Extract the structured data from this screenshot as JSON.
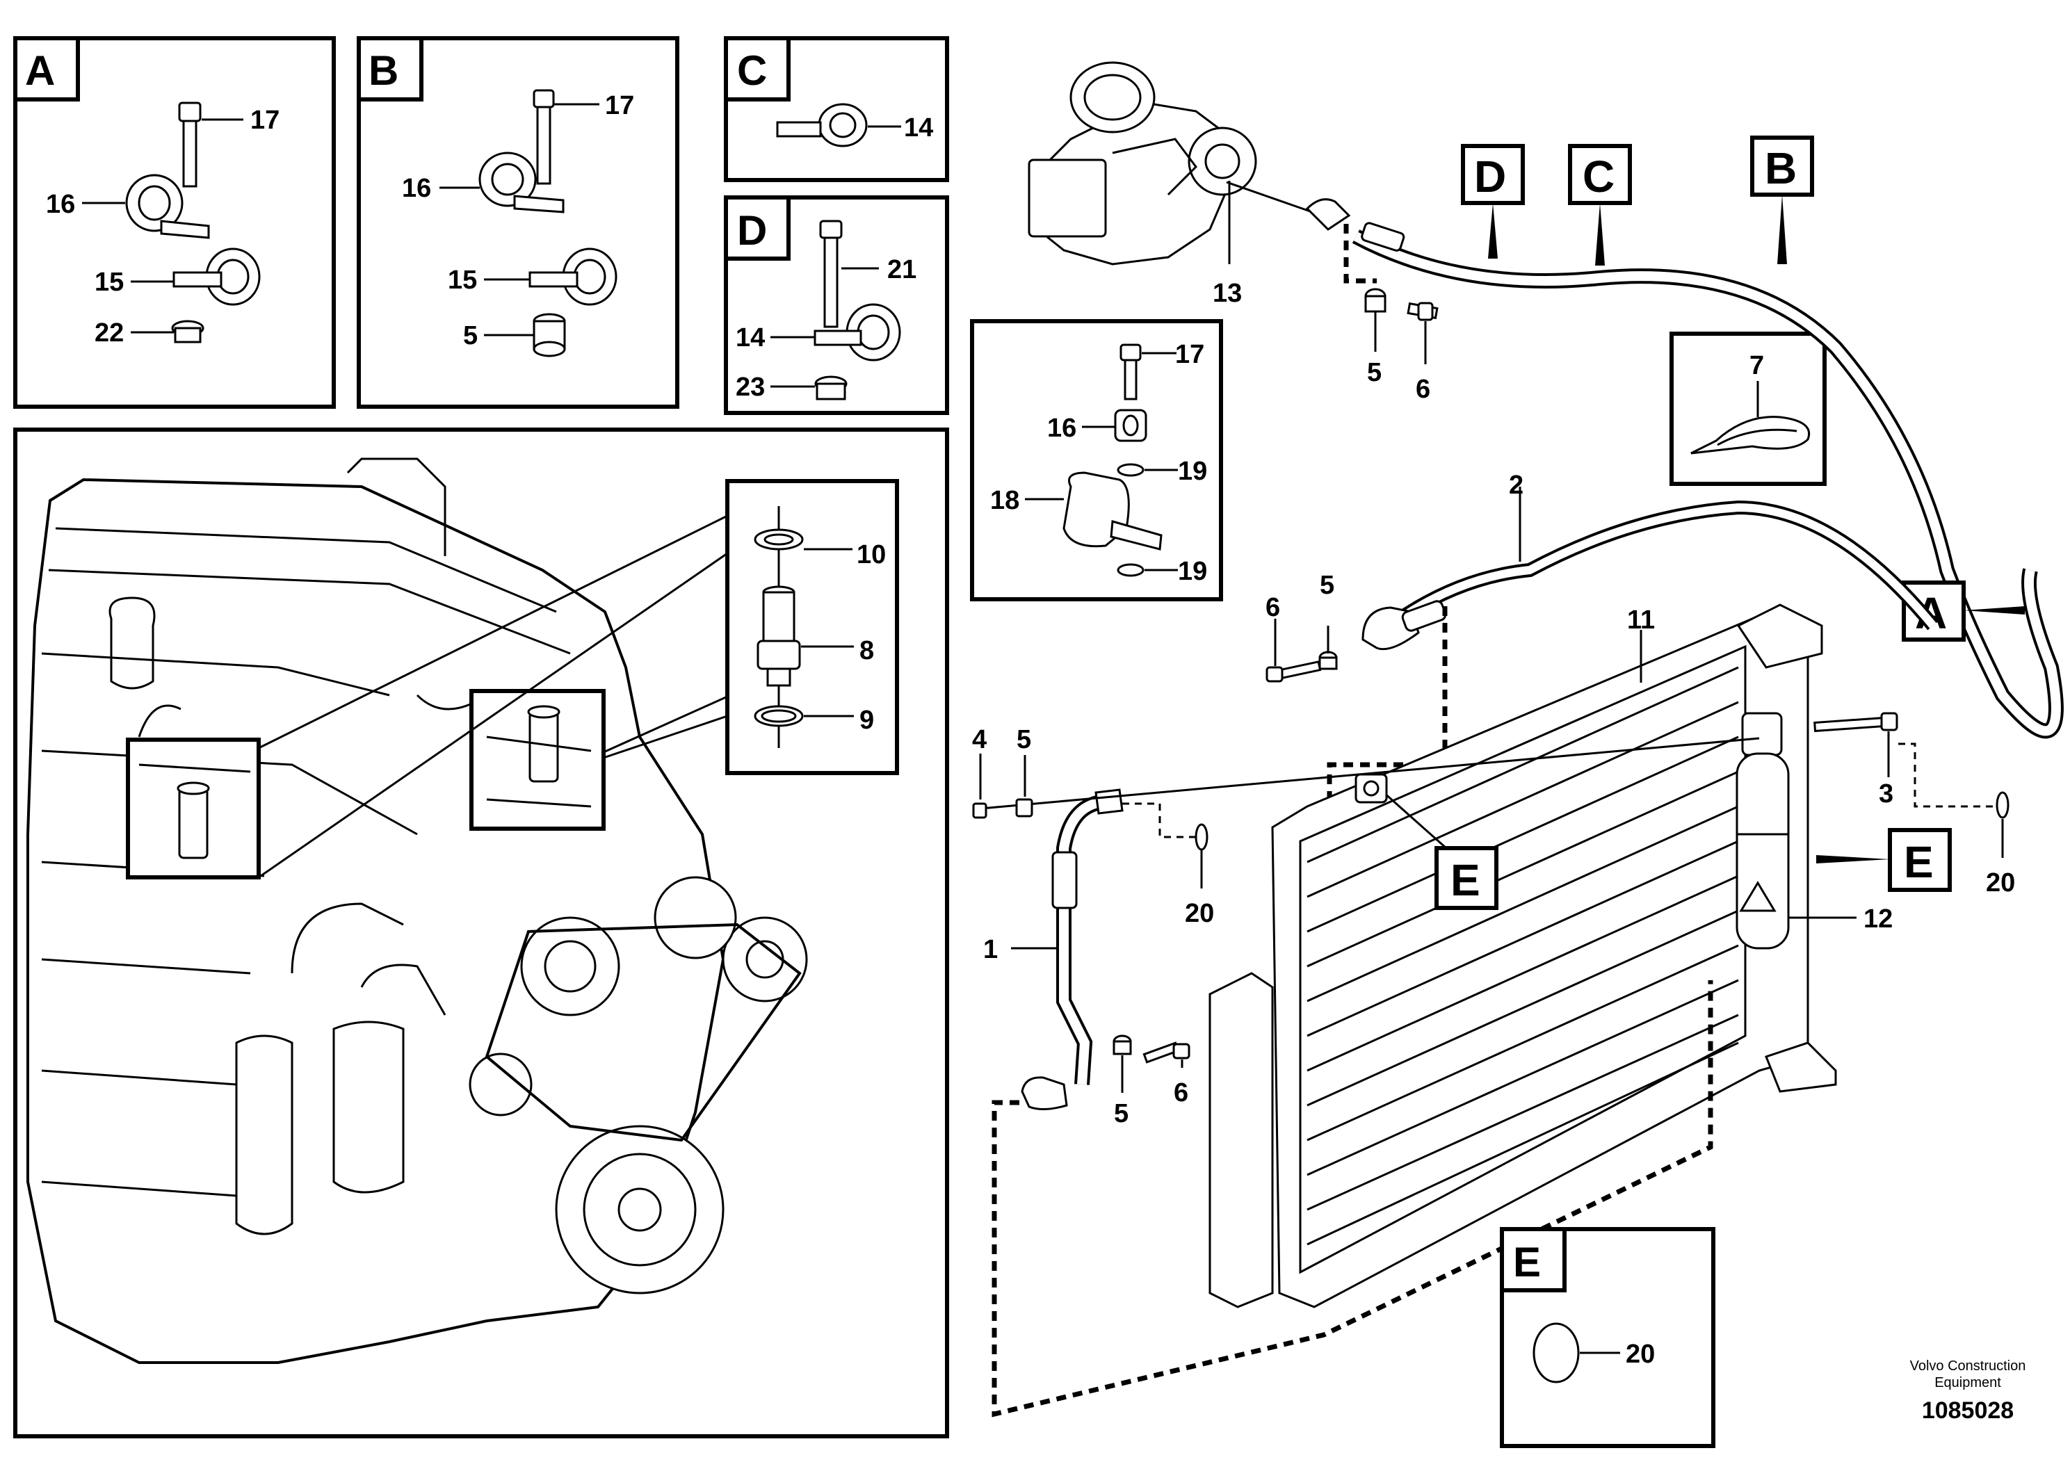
{
  "panels": {
    "A": {
      "letter": "A",
      "callouts": [
        "17",
        "16",
        "15",
        "22"
      ]
    },
    "B": {
      "letter": "B",
      "callouts": [
        "17",
        "16",
        "15",
        "5"
      ]
    },
    "C": {
      "letter": "C",
      "callouts": [
        "14"
      ]
    },
    "D": {
      "letter": "D",
      "callouts": [
        "21",
        "14",
        "23"
      ]
    },
    "E": {
      "letter": "E",
      "callouts": [
        "20"
      ]
    },
    "clip": {
      "callouts": [
        "17",
        "16",
        "19",
        "18",
        "19"
      ]
    },
    "tie": {
      "callouts": [
        "7"
      ]
    },
    "fitting": {
      "callouts": [
        "10",
        "8",
        "9"
      ]
    }
  },
  "hose_markers": {
    "D": "D",
    "C": "C",
    "B": "B",
    "A": "A",
    "E_left": "E",
    "E_right": "E"
  },
  "main_callouts": {
    "compressor": "13",
    "spacer_top": "5",
    "bolt_top": "6",
    "hose_upper": "2",
    "bolt_upper": "6",
    "spacer_upper": "5",
    "condenser": "11",
    "bolt_left": "4",
    "spacer_left": "5",
    "bolt_right": "3",
    "oring_left": "20",
    "oring_right": "20",
    "drier": "12",
    "hose_lower": "1",
    "spacer_lower": "5",
    "bolt_lower": "6"
  },
  "footer": {
    "brand_line1": "Volvo Construction",
    "brand_line2": "Equipment",
    "drawing_id": "1085028"
  }
}
